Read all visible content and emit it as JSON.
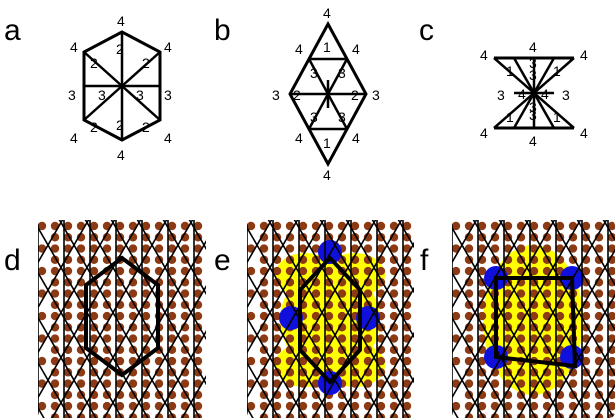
{
  "panels": {
    "a": {
      "letter": "a",
      "outer_labels": [
        "4",
        "4",
        "4",
        "4",
        "4",
        "4",
        "3",
        "3"
      ],
      "inner_labels": [
        "2",
        "2",
        "2",
        "2",
        "2",
        "2",
        "3",
        "3"
      ]
    },
    "b": {
      "letter": "b",
      "outer_labels": [
        "4",
        "4",
        "4",
        "4",
        "4",
        "4",
        "3",
        "3"
      ],
      "inner_labels": [
        "1",
        "1",
        "3",
        "3",
        "3",
        "3",
        "2",
        "2"
      ]
    },
    "c": {
      "letter": "c",
      "outer_labels": [
        "4",
        "4",
        "4",
        "4",
        "4",
        "4",
        "3",
        "3"
      ],
      "inner_labels": [
        "1",
        "3",
        "1",
        "1",
        "3",
        "1",
        "3",
        "3",
        "4",
        "4"
      ]
    },
    "d": {
      "letter": "d"
    },
    "e": {
      "letter": "e"
    },
    "f": {
      "letter": "f"
    }
  },
  "colors": {
    "atom": "#8b3a14",
    "atom_highlight": "#1010dd",
    "region": "#ffff00",
    "line": "#000000"
  }
}
